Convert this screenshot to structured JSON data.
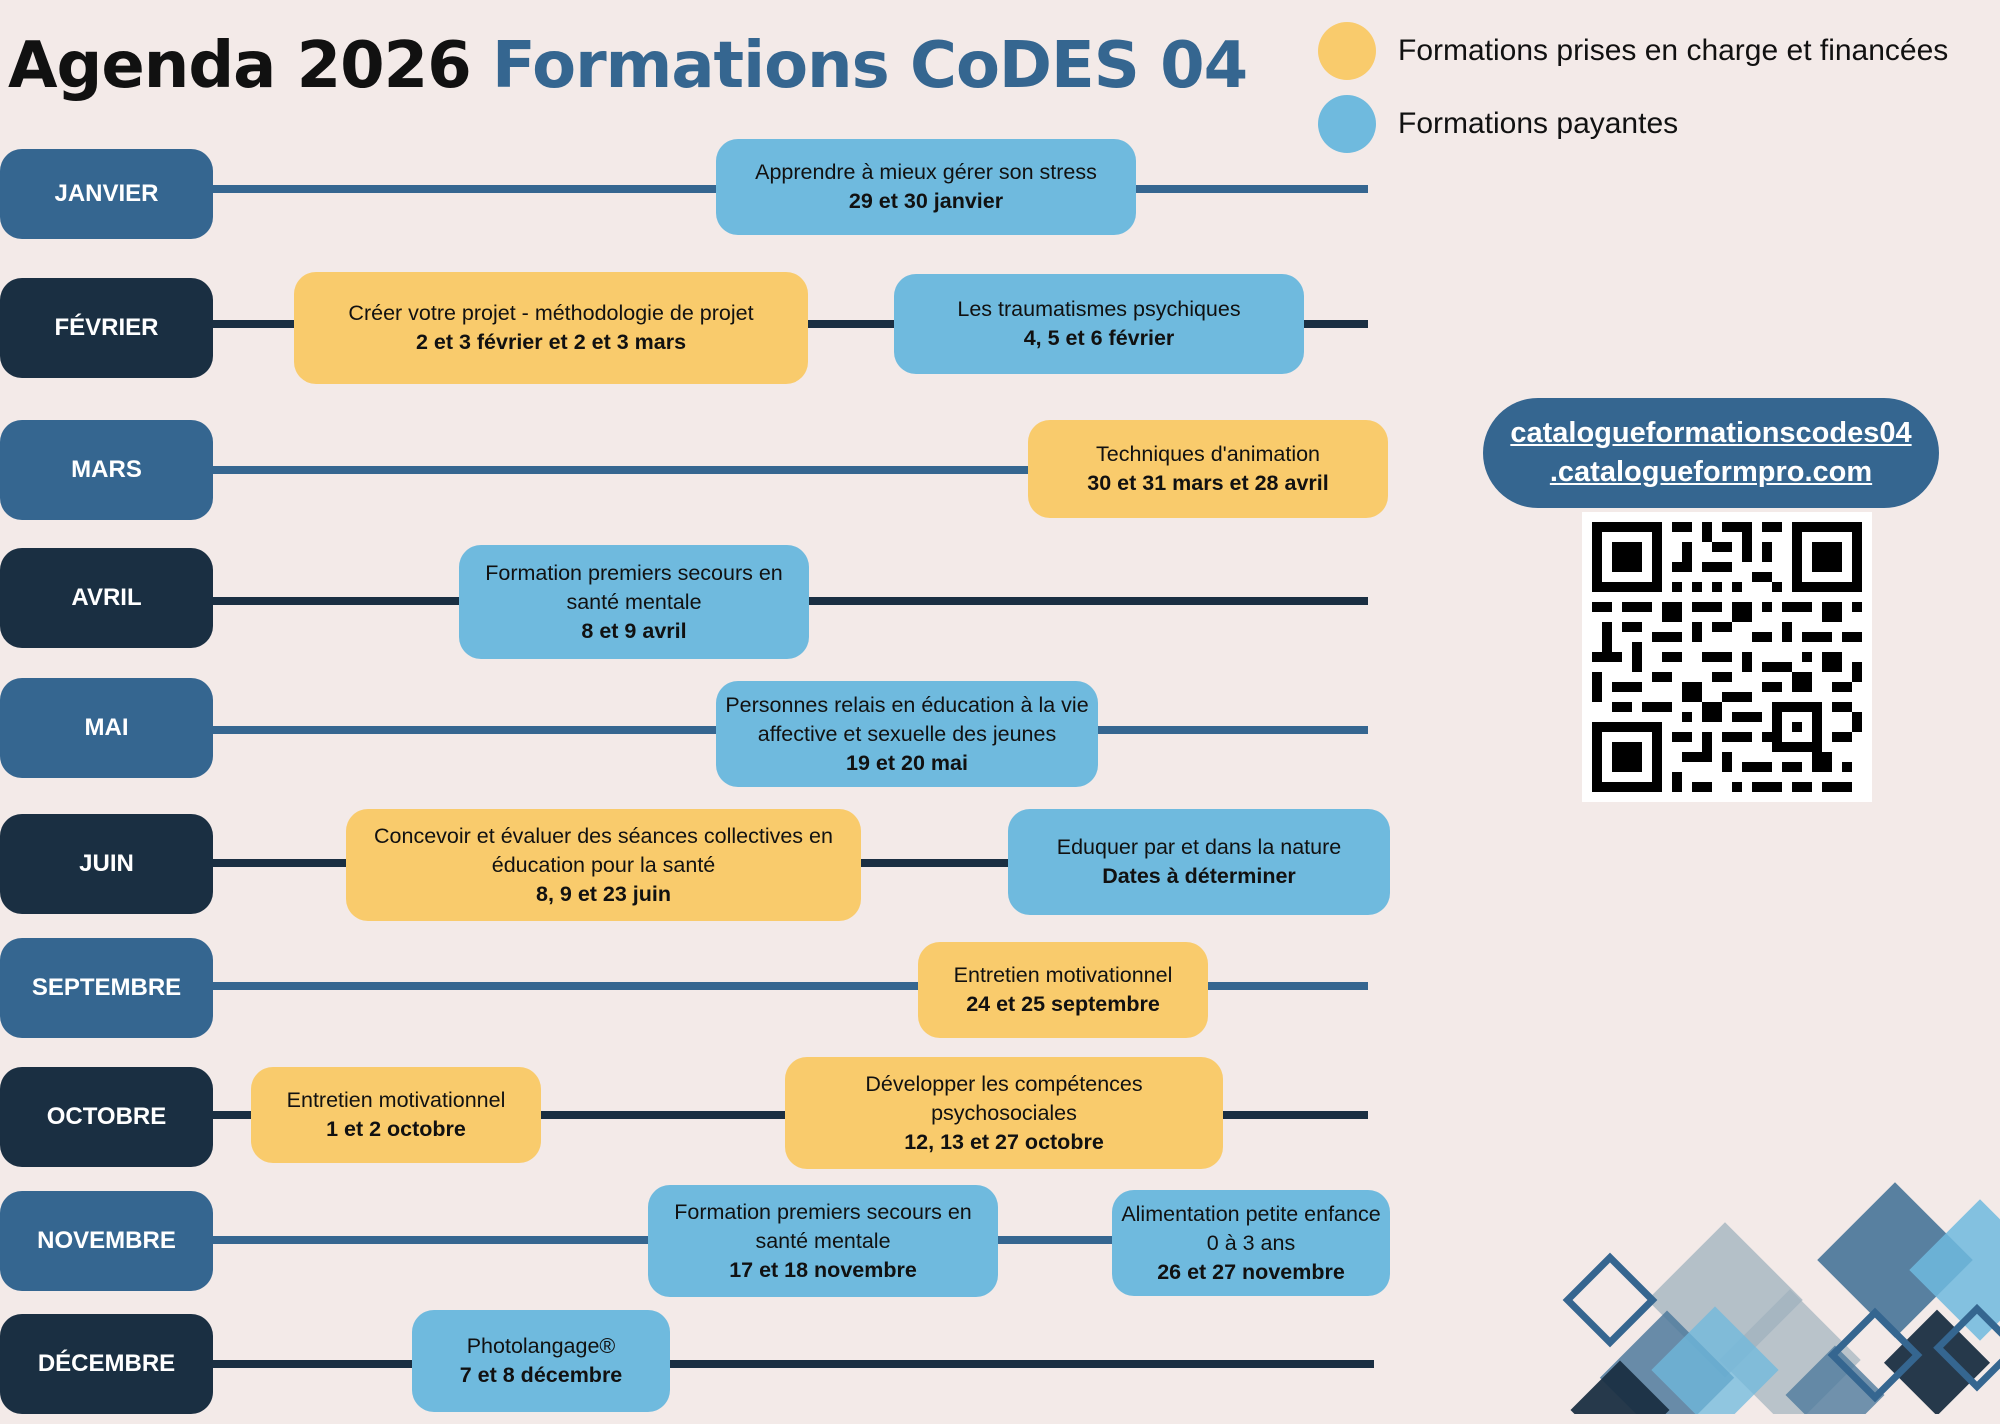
{
  "header": {
    "title_part1": "Agenda 2026",
    "title_part2": "Formations CoDES 04"
  },
  "legend": [
    {
      "label": "Formations prises en charge et financées",
      "color": "#f9cb6c"
    },
    {
      "label": "Formations payantes",
      "color": "#6fbade"
    }
  ],
  "colors": {
    "month_light": "#356690",
    "month_dark": "#1a2f42",
    "funded": "#f9cb6c",
    "paid": "#6fbade"
  },
  "months": [
    {
      "name": "JANVIER",
      "events": [
        {
          "title": "Apprendre à mieux gérer son stress",
          "dates": "29 et 30 janvier",
          "type": "paid"
        }
      ]
    },
    {
      "name": "FÉVRIER",
      "events": [
        {
          "title": "Créer votre projet - méthodologie de projet",
          "dates": "2 et 3 février et 2 et 3 mars",
          "type": "funded"
        },
        {
          "title": "Les traumatismes psychiques",
          "dates": "4, 5 et 6 février",
          "type": "paid"
        }
      ]
    },
    {
      "name": "MARS",
      "events": [
        {
          "title": "Techniques d'animation",
          "dates": "30 et 31 mars et 28 avril",
          "type": "funded"
        }
      ]
    },
    {
      "name": "AVRIL",
      "events": [
        {
          "title": "Formation premiers secours en santé mentale",
          "dates": "8 et 9 avril",
          "type": "paid"
        }
      ]
    },
    {
      "name": "MAI",
      "events": [
        {
          "title": "Personnes relais en éducation à la vie affective et sexuelle des jeunes",
          "dates": "19 et 20 mai",
          "type": "paid"
        }
      ]
    },
    {
      "name": "JUIN",
      "events": [
        {
          "title": "Concevoir et évaluer des séances collectives en éducation pour la santé",
          "dates": "8, 9 et 23 juin",
          "type": "funded"
        },
        {
          "title": "Eduquer par et dans la nature",
          "dates": "Dates à déterminer",
          "type": "paid"
        }
      ]
    },
    {
      "name": "SEPTEMBRE",
      "events": [
        {
          "title": "Entretien motivationnel",
          "dates": "24 et 25 septembre",
          "type": "funded"
        }
      ]
    },
    {
      "name": "OCTOBRE",
      "events": [
        {
          "title": "Entretien motivationnel",
          "dates": "1 et 2 octobre",
          "type": "funded"
        },
        {
          "title": "Développer les compétences psychosociales",
          "dates": "12, 13 et 27 octobre",
          "type": "funded"
        }
      ]
    },
    {
      "name": "NOVEMBRE",
      "events": [
        {
          "title": "Formation premiers secours en santé mentale",
          "dates": "17 et 18 novembre",
          "type": "paid"
        },
        {
          "title": "Alimentation petite enfance 0 à 3 ans",
          "dates": "26 et 27 novembre",
          "type": "paid"
        }
      ]
    },
    {
      "name": "DÉCEMBRE",
      "events": [
        {
          "title": "Photolangage®",
          "dates": "7  et 8 décembre",
          "type": "paid"
        }
      ]
    }
  ],
  "catalogue": {
    "url_line1": "catalogueformationscodes04",
    "url_line2": ".catalogueformpro.com",
    "qr_icon": "qr-code-icon"
  }
}
